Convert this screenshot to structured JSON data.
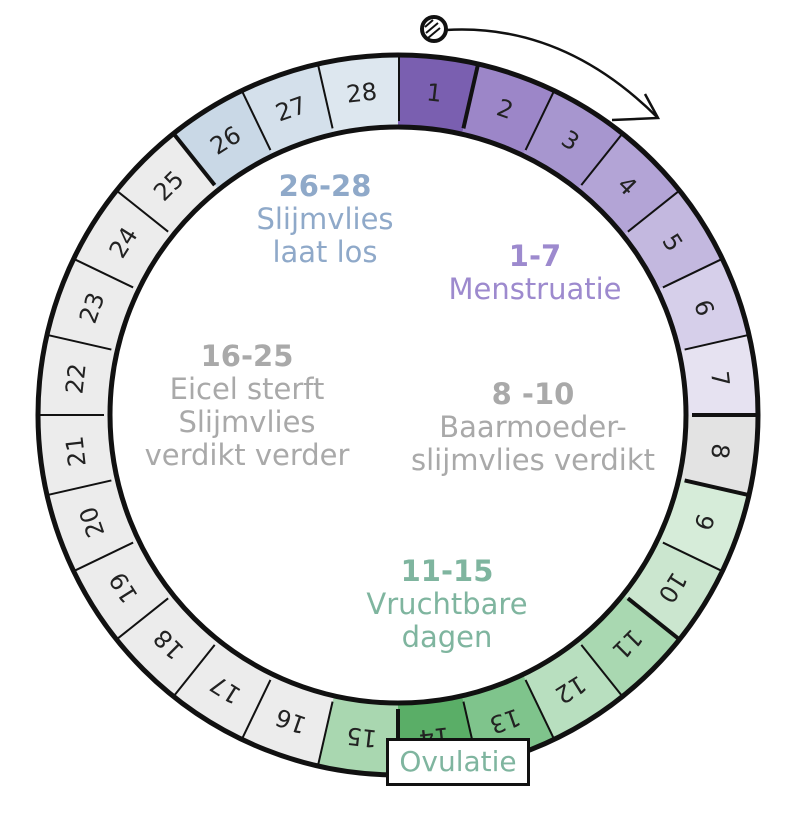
{
  "days": [
    "1",
    "2",
    "3",
    "4",
    "5",
    "6",
    "7",
    "8",
    "9",
    "10",
    "11",
    "12",
    "13",
    "14",
    "15",
    "16",
    "17",
    "18",
    "19",
    "20",
    "21",
    "22",
    "23",
    "24",
    "25",
    "26",
    "27",
    "28"
  ],
  "day_colors": [
    "#7a5fb0",
    "#9c86c8",
    "#a796cf",
    "#b3a4d6",
    "#c3b8df",
    "#d6cfea",
    "#e6e2f1",
    "#e3e3e3",
    "#d6ecd9",
    "#cbe6cf",
    "#a9d8b1",
    "#b8dfbf",
    "#7fc48c",
    "#5aae67",
    "#a9d7b0",
    "#ececec",
    "#ececec",
    "#ececec",
    "#ececec",
    "#ececec",
    "#ececec",
    "#ececec",
    "#ececec",
    "#ececec",
    "#ececec",
    "#c9d8e6",
    "#d4e0eb",
    "#dde7ef"
  ],
  "phases": [
    {
      "range": "26-28",
      "text": [
        "Slijmvlies",
        "laat los"
      ],
      "color": "#8fa9c9"
    },
    {
      "range": "1-7",
      "text": [
        "Menstruatie"
      ],
      "color": "#9d8ace"
    },
    {
      "range": "16-25",
      "text": [
        "Eicel sterft",
        "Slijmvlies",
        "verdikt verder"
      ],
      "color": "#a9a9a9"
    },
    {
      "range": "8 -10",
      "text": [
        "Baarmoeder-",
        "slijmvlies verdikt"
      ],
      "color": "#a9a9a9"
    },
    {
      "range": "11-15",
      "text": [
        "Vruchtbare",
        "dagen"
      ],
      "color": "#7fb59f"
    }
  ],
  "ovulation_label": "Ovulatie",
  "direction": "clockwise-arrow-icon"
}
